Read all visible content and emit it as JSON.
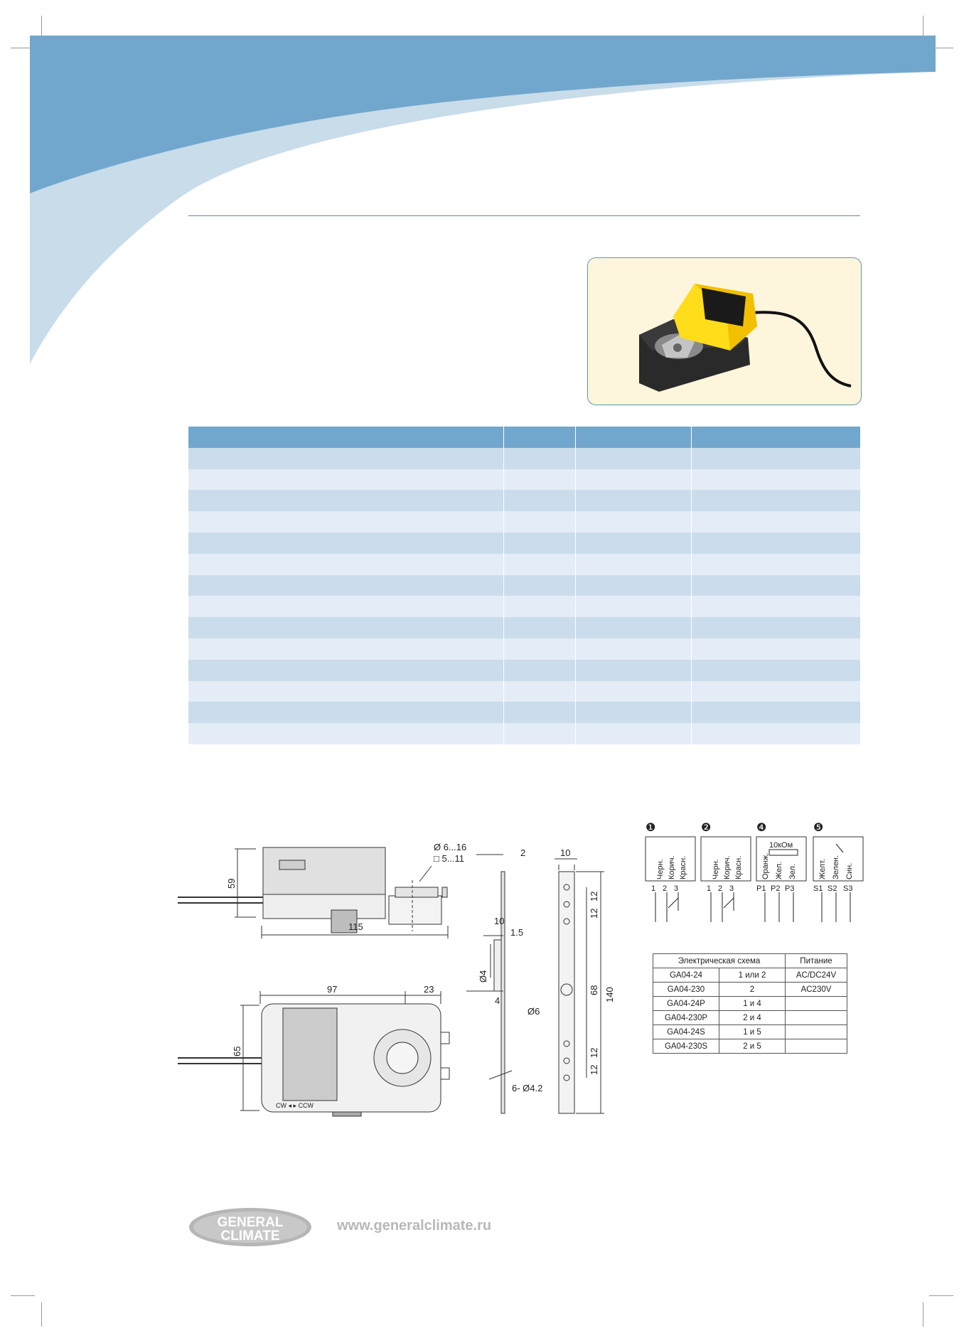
{
  "colors": {
    "header_blue": "#72a7cd",
    "header_light": "#c9dcea",
    "table_header": "#72a7cd",
    "row_dark": "#cbdcec",
    "row_light": "#e4edf7",
    "photo_bg": "#fdf5dc"
  },
  "spec_table": {
    "row_count": 14,
    "column_count": 4
  },
  "drawing": {
    "top_view": {
      "shaft_round": "Ø 6...16",
      "shaft_square": "□ 5...11",
      "height": "59",
      "length": "115"
    },
    "bottom_view": {
      "width": "97",
      "offset": "23",
      "height": "65",
      "direction": "CW ◂ ▸ CCW"
    },
    "bracket_side": {
      "thickness": "2",
      "step": "10",
      "offset": "1.5",
      "hole": "Ø4",
      "lip": "4"
    },
    "bracket_front": {
      "width": "10",
      "pitch1": "12",
      "pitch2": "12",
      "center": "68",
      "total": "140",
      "pitch3": "12",
      "pitch4": "12",
      "center_hole": "Ø6",
      "holes": "6- Ø4.2"
    }
  },
  "wiring": {
    "d1": {
      "num": "❶",
      "wires": [
        "Черн.",
        "Корич.",
        "Красн."
      ],
      "terms": [
        "1",
        "2",
        "3"
      ]
    },
    "d2": {
      "num": "❷",
      "wires": [
        "Черн.",
        "Корич.",
        "Красн."
      ],
      "terms": [
        "1",
        "2",
        "3"
      ]
    },
    "d4": {
      "num": "❹",
      "wires": [
        "Оранж.",
        "Жел.",
        "Зел."
      ],
      "terms": [
        "P1",
        "P2",
        "P3"
      ],
      "resistor": "10кОм"
    },
    "d5": {
      "num": "❺",
      "wires": [
        "Желт.",
        "Зелен.",
        "Син."
      ],
      "terms": [
        "S1",
        "S2",
        "S3"
      ]
    }
  },
  "schema_table": {
    "headers": [
      "Электрическая схема",
      "Питание"
    ],
    "rows": [
      [
        "GA04-24",
        "1 или 2",
        "AC/DC24V"
      ],
      [
        "GA04-230",
        "2",
        "AC230V"
      ],
      [
        "GA04-24P",
        "1 и 4",
        ""
      ],
      [
        "GA04-230P",
        "2 и 4",
        ""
      ],
      [
        "GA04-24S",
        "1 и 5",
        ""
      ],
      [
        "GA04-230S",
        "2 и 5",
        ""
      ]
    ]
  },
  "footer": {
    "logo_line1": "GENERAL",
    "logo_line2": "CLIMATE",
    "url": "www.generalclimate.ru"
  }
}
